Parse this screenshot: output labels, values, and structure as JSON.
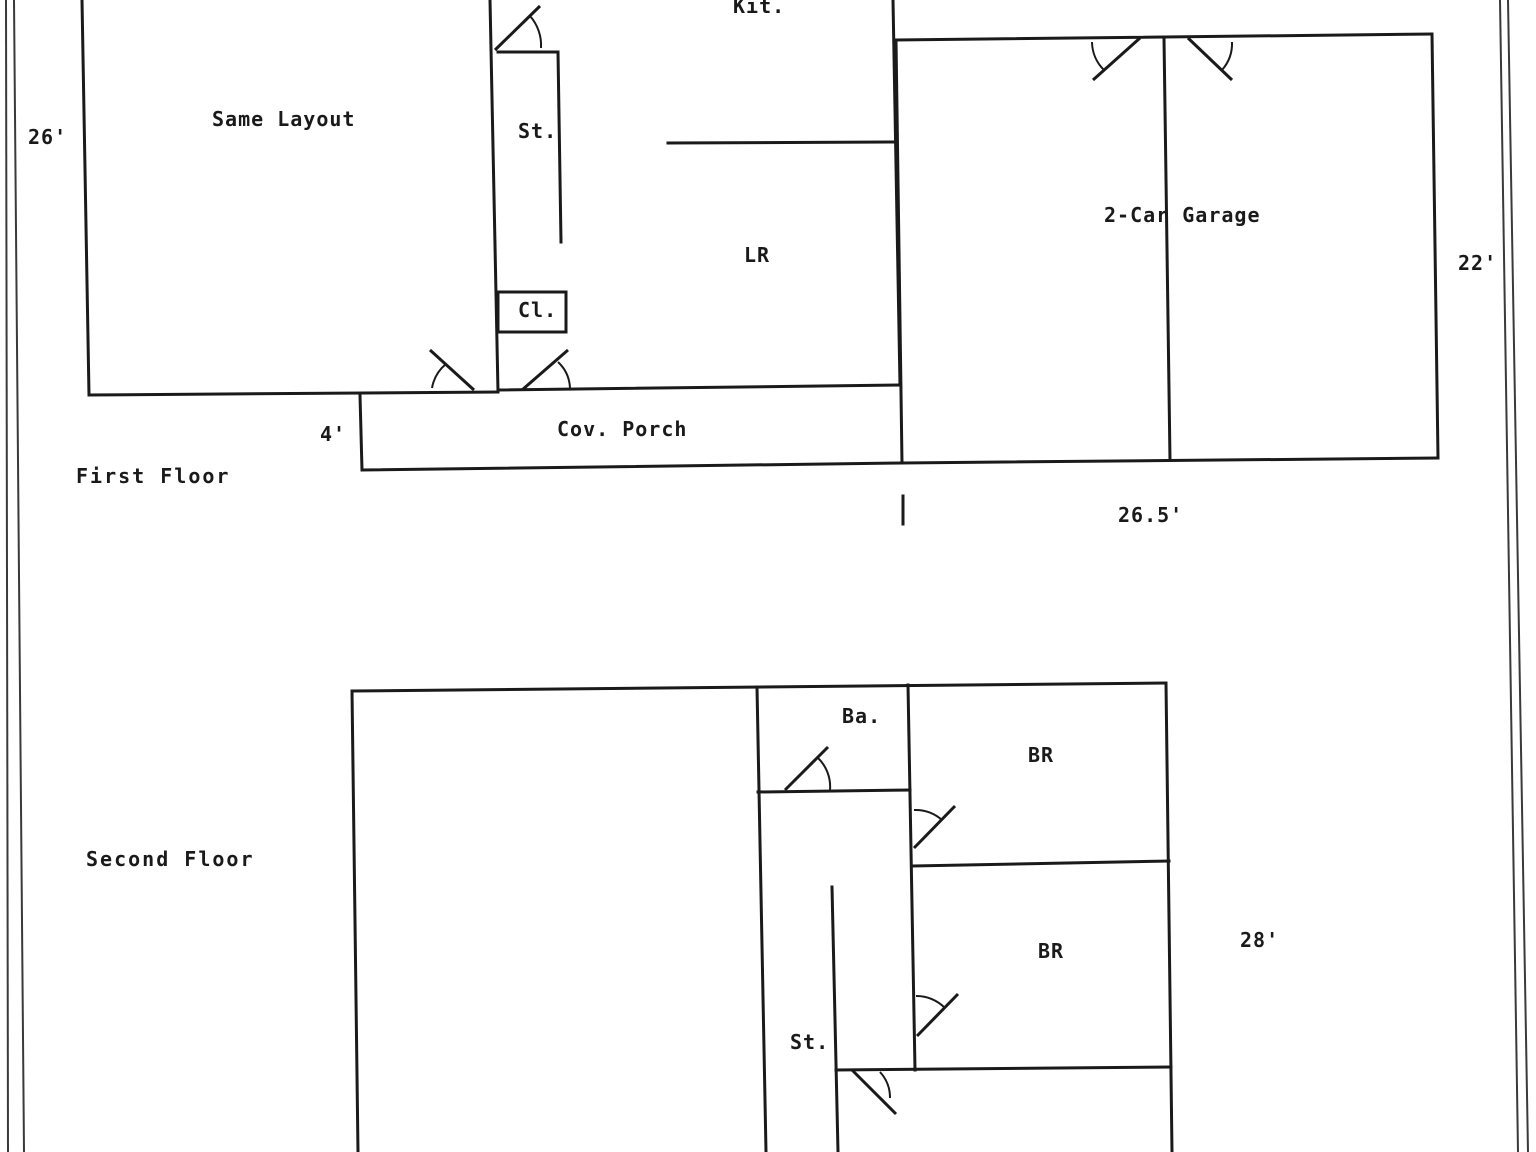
{
  "first_floor": {
    "title": "First Floor",
    "rooms": {
      "same_layout": "Same Layout",
      "kitchen": "Kit.",
      "stairs": "St.",
      "closet": "Cl.",
      "living_room": "LR",
      "porch": "Cov. Porch",
      "garage": "2-Car Garage"
    },
    "dimensions": {
      "depth_left": "26'",
      "porch_depth": "4'",
      "garage_depth": "22'",
      "garage_width": "26.5'"
    }
  },
  "second_floor": {
    "title": "Second Floor",
    "rooms": {
      "bath": "Ba.",
      "bedroom_1": "BR",
      "bedroom_2": "BR",
      "stairs": "St."
    },
    "dimensions": {
      "depth": "28'"
    }
  }
}
